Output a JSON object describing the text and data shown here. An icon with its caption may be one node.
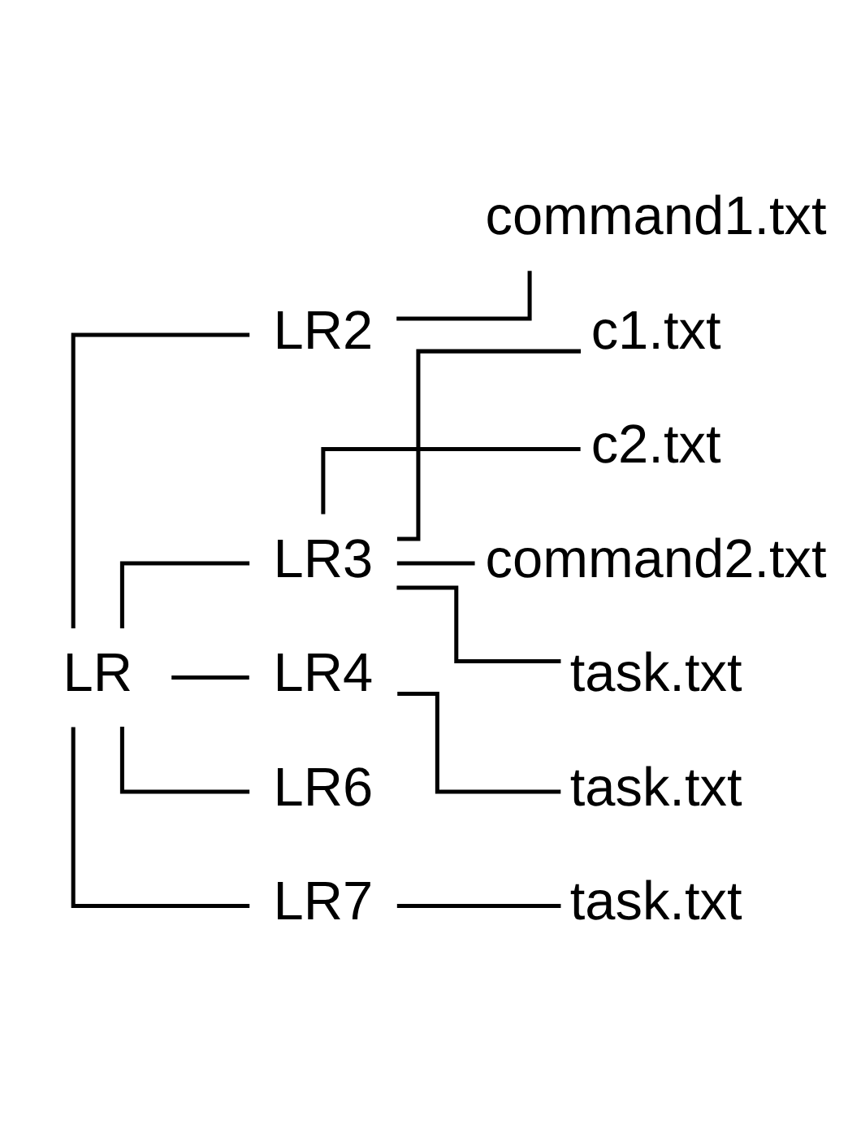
{
  "diagram": {
    "nodes": [
      {
        "text": [
          "LR"
        ]
      },
      {
        "text": [
          "LR2"
        ]
      },
      {
        "text": [
          "command1.txt"
        ]
      },
      {
        "text": [
          "LR3"
        ]
      },
      {
        "text": [
          "c1.txt"
        ]
      },
      {
        "text": [
          "c2.txt"
        ]
      },
      {
        "text": [
          "command2.txt"
        ]
      },
      {
        "text": [
          "task.txt"
        ]
      },
      {
        "text": [
          "LR4"
        ]
      },
      {
        "text": [
          "task.txt"
        ]
      },
      {
        "text": [
          "LR6"
        ]
      },
      {
        "text": [
          "LR7"
        ]
      },
      {
        "text": [
          "task.txt"
        ]
      }
    ],
    "edges": [
      {
        "from": 0,
        "to": 1,
        "arrow": "none"
      },
      {
        "from": 1,
        "to": 2,
        "arrow": "none"
      },
      {
        "from": 0,
        "to": 3,
        "arrow": "none"
      },
      {
        "from": 3,
        "to": 4,
        "arrow": "none"
      },
      {
        "from": 3,
        "to": 5,
        "arrow": "none"
      },
      {
        "from": 3,
        "to": 6,
        "arrow": "none"
      },
      {
        "from": 3,
        "to": 7,
        "arrow": "none"
      },
      {
        "from": 0,
        "to": 8,
        "arrow": "none"
      },
      {
        "from": 8,
        "to": 9,
        "arrow": "none"
      },
      {
        "from": 0,
        "to": 10,
        "arrow": "none"
      },
      {
        "from": 0,
        "to": 11,
        "arrow": "none"
      },
      {
        "from": 11,
        "to": 12,
        "arrow": "none"
      }
    ]
  }
}
